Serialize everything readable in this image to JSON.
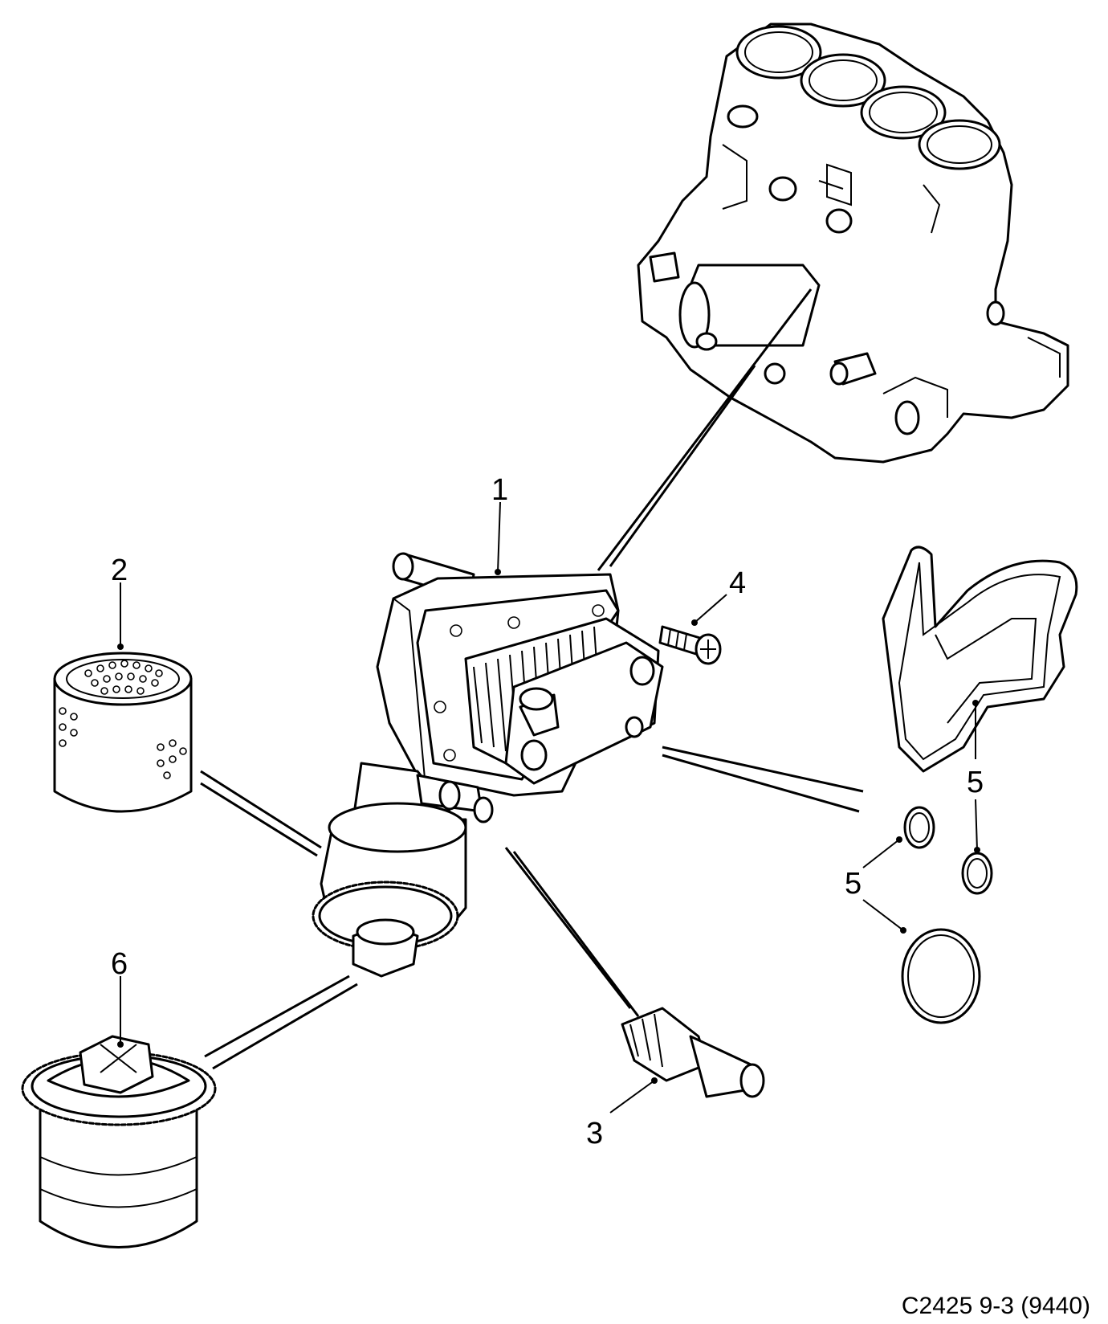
{
  "callouts": {
    "c1": "1",
    "c2": "2",
    "c3": "3",
    "c4": "4",
    "c5a": "5",
    "c5b": "5",
    "c6": "6"
  },
  "caption": "C2425 9-3 (9440)"
}
